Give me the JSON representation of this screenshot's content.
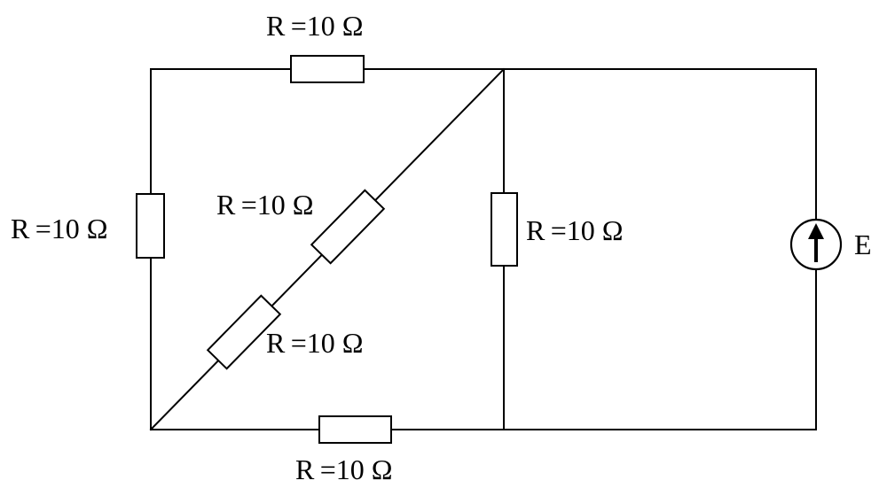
{
  "labels": {
    "r_top": "R =10 Ω",
    "r_left": "R =10 Ω",
    "r_diag_upper": "R =10 Ω",
    "r_diag_lower": "R =10 Ω",
    "r_middle": "R =10 Ω",
    "r_bottom": "R =10 Ω",
    "source": "E"
  },
  "colors": {
    "line": "#000000",
    "background": "#ffffff"
  },
  "source_icon": "arrow-up-icon"
}
